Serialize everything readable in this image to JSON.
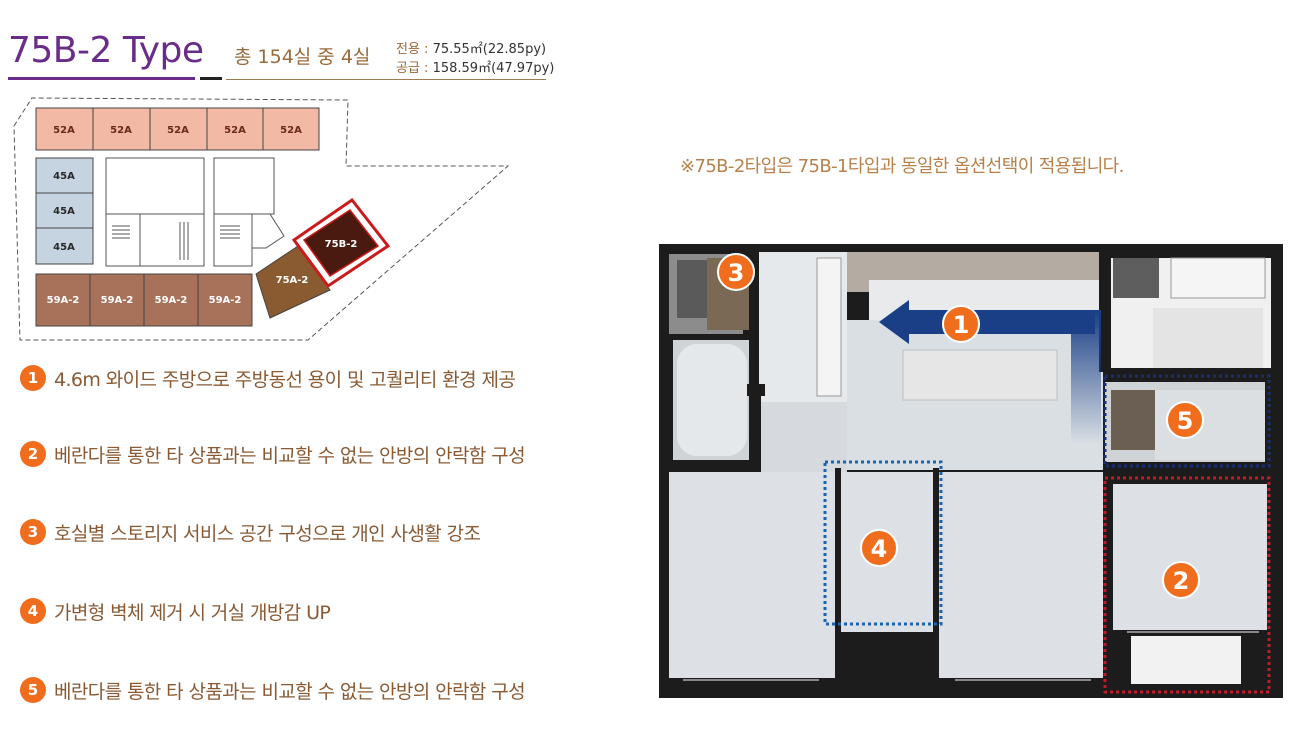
{
  "header": {
    "title": "75B-2 Type",
    "room_count": "총 154실 중 4실",
    "area_net_label": "전용 : ",
    "area_net_value": "75.55㎡(22.85py)",
    "area_supply_label": "공급 : ",
    "area_supply_value": "158.59㎡(47.97py)"
  },
  "siteplan": {
    "units_top": [
      "52A",
      "52A",
      "52A",
      "52A",
      "52A"
    ],
    "units_left": [
      "45A",
      "45A",
      "45A"
    ],
    "units_bottom": [
      "59A-2",
      "59A-2",
      "59A-2",
      "59A-2"
    ],
    "unit_75a2": "75A-2",
    "unit_75b2": "75B-2",
    "colors": {
      "unit_52a": "#f2b9a5",
      "unit_45a": "#c6d3e0",
      "unit_59a2": "#a7715a",
      "unit_75a2": "#8a5a30",
      "unit_75b2": "#4a1a10",
      "highlight": "#cc1a1a"
    }
  },
  "features": [
    {
      "number": "1",
      "text": "4.6m 와이드 주방으로 주방동선 용이 및 고퀄리티 환경 제공"
    },
    {
      "number": "2",
      "text": "베란다를 통한 타 상품과는 비교할 수 없는 안방의 안락함 구성"
    },
    {
      "number": "3",
      "text": "호실별 스토리지 서비스 공간 구성으로 개인 사생활 강조"
    },
    {
      "number": "4",
      "text": "가변형 벽체 제거 시 거실 개방감 UP"
    },
    {
      "number": "5",
      "text": "베란다를 통한 타 상품과는 비교할 수 없는 안방의 안락함 구성"
    }
  ],
  "note": "※75B-2타입은 75B-1타입과 동일한 옵션선택이 적용됩니다.",
  "floorplan": {
    "markers": [
      "1",
      "2",
      "3",
      "4",
      "5"
    ],
    "colors": {
      "marker": "#f06d1e",
      "arrow": "#1a3f86",
      "box_red": "#c21a2a",
      "box_blue": "#1d64b0",
      "box_navy": "#1a2f70"
    }
  }
}
